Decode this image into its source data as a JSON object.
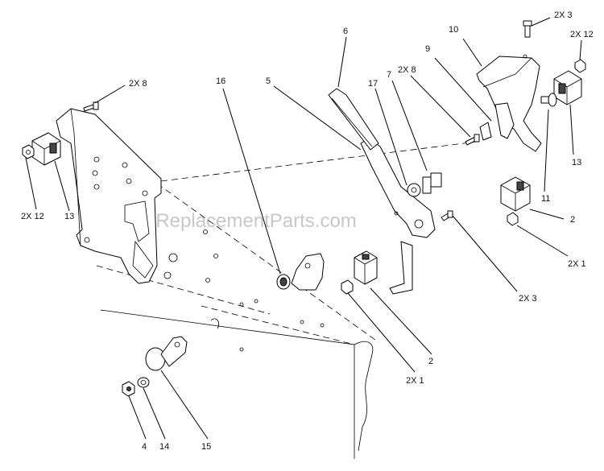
{
  "watermark": "eReplacementParts.com",
  "colors": {
    "line": "#000000",
    "label": "#111111",
    "watermark": "#c8c8c8",
    "background": "#ffffff"
  },
  "callouts": [
    {
      "id": "qty-2x3-top",
      "text": "2X 3"
    },
    {
      "id": "qty-2x12-right",
      "text": "2X 12"
    },
    {
      "id": "part-10",
      "text": "10"
    },
    {
      "id": "part-6",
      "text": "6"
    },
    {
      "id": "part-9",
      "text": "9"
    },
    {
      "id": "qty-2x8-mid",
      "text": "2X 8"
    },
    {
      "id": "part-7",
      "text": "7"
    },
    {
      "id": "part-5",
      "text": "5"
    },
    {
      "id": "part-16",
      "text": "16"
    },
    {
      "id": "part-17",
      "text": "17"
    },
    {
      "id": "qty-2x8-left",
      "text": "2X 8"
    },
    {
      "id": "part-13-right",
      "text": "13"
    },
    {
      "id": "part-11",
      "text": "11"
    },
    {
      "id": "part-2-right",
      "text": "2"
    },
    {
      "id": "qty-2x1-right",
      "text": "2X 1"
    },
    {
      "id": "qty-2x3-mid",
      "text": "2X 3"
    },
    {
      "id": "qty-2x12-left",
      "text": "2X 12"
    },
    {
      "id": "part-13-left",
      "text": "13"
    },
    {
      "id": "part-2-mid",
      "text": "2"
    },
    {
      "id": "qty-2x1-mid",
      "text": "2X 1"
    },
    {
      "id": "part-4",
      "text": "4"
    },
    {
      "id": "part-14",
      "text": "14"
    },
    {
      "id": "part-15",
      "text": "15"
    }
  ]
}
